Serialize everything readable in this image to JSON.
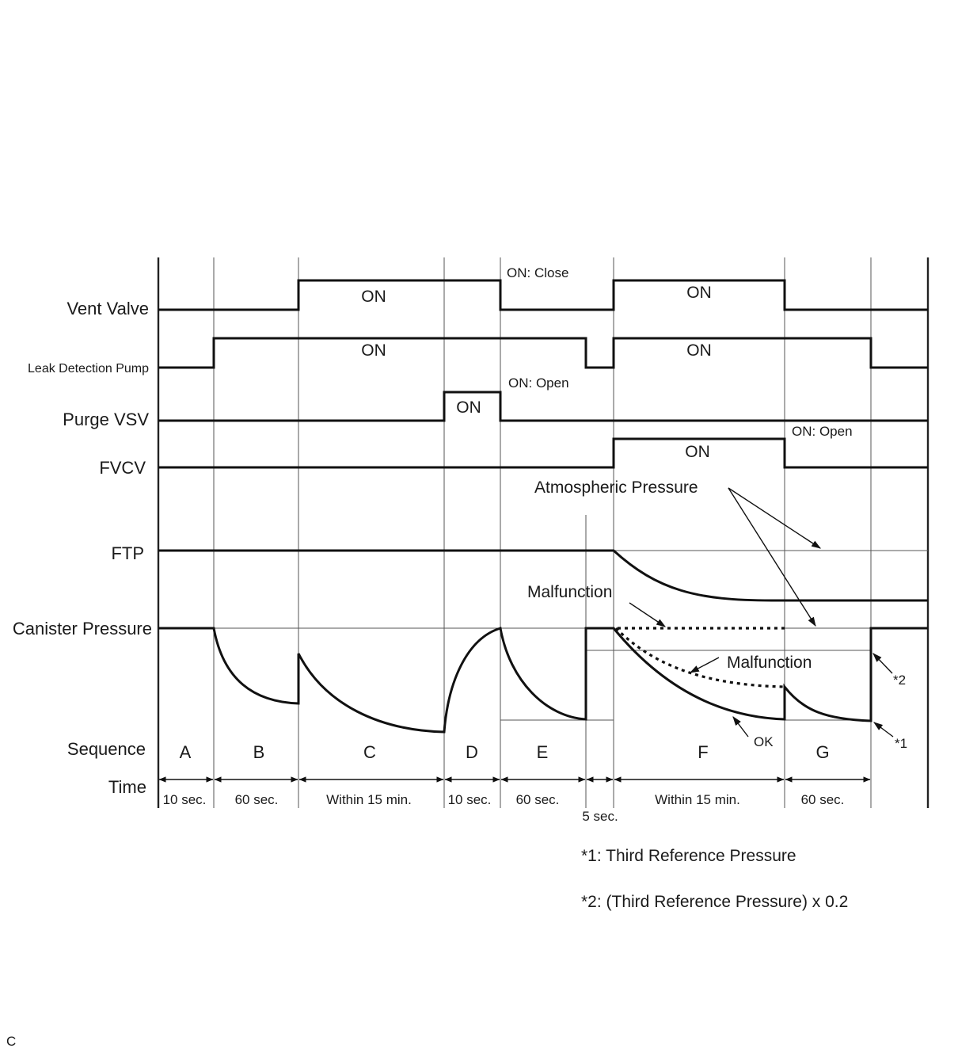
{
  "signals": {
    "vent_valve": "Vent Valve",
    "leak_detection_pump": "Leak Detection Pump",
    "purge_vsv": "Purge VSV",
    "fvcv": "FVCV",
    "ftp": "FTP",
    "canister_pressure": "Canister Pressure",
    "sequence": "Sequence",
    "time": "Time"
  },
  "on_label": "ON",
  "notes": {
    "on_close": "ON: Close",
    "on_open": "ON: Open"
  },
  "callouts": {
    "atmospheric_pressure": "Atmospheric Pressure",
    "malfunction": "Malfunction",
    "ok": "OK",
    "ref1": "*1",
    "ref2": "*2"
  },
  "sequence": [
    "A",
    "B",
    "C",
    "D",
    "E",
    "F",
    "G"
  ],
  "durations": [
    "10 sec.",
    "60 sec.",
    "Within 15 min.",
    "10 sec.",
    "60 sec.",
    "5 sec.",
    "Within 15 min.",
    "60 sec."
  ],
  "footnotes": [
    "*1: Third Reference Pressure",
    "*2: (Third Reference Pressure) x 0.2"
  ],
  "corner_label": "C"
}
